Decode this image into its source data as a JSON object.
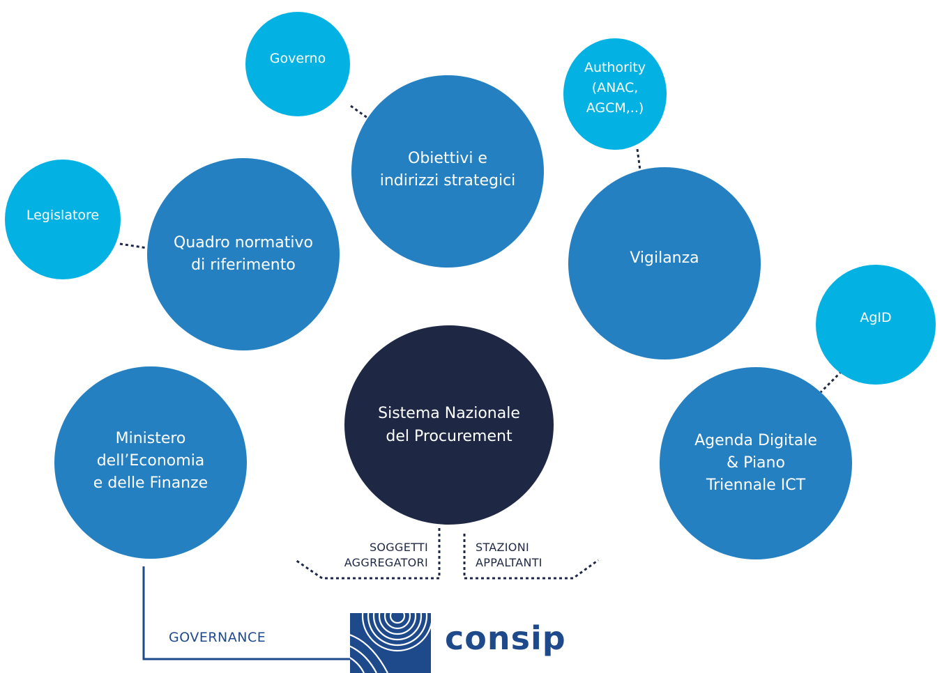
{
  "nodes": {
    "governo": "Governo",
    "obiettivi": "Obiettivi e\nindirizzi strategici",
    "authority": "Authority\n(ANAC,\nAGCM,..)",
    "legislatore": "Legislatore",
    "quadro": "Quadro normativo\ndi riferimento",
    "vigilanza": "Vigilanza",
    "agid": "AgID",
    "agenda": "Agenda Digitale\n& Piano\nTriennale ICT",
    "ministero": "Ministero\ndell’Economia\ne delle Finanze",
    "sistema": "Sistema Nazionale\ndel Procurement"
  },
  "labels": {
    "soggetti": "SOGGETTI\nAGGREGATORI",
    "stazioni": "STAZIONI\nAPPALTANTI",
    "governance": "GOVERNANCE"
  },
  "logo": {
    "wordmark": "consip"
  },
  "colors": {
    "main_blue": "#2580c2",
    "light_blue": "#03b2e3",
    "navy": "#1e2845",
    "logo_blue": "#1e4a8c",
    "connector": "#1e2845"
  }
}
